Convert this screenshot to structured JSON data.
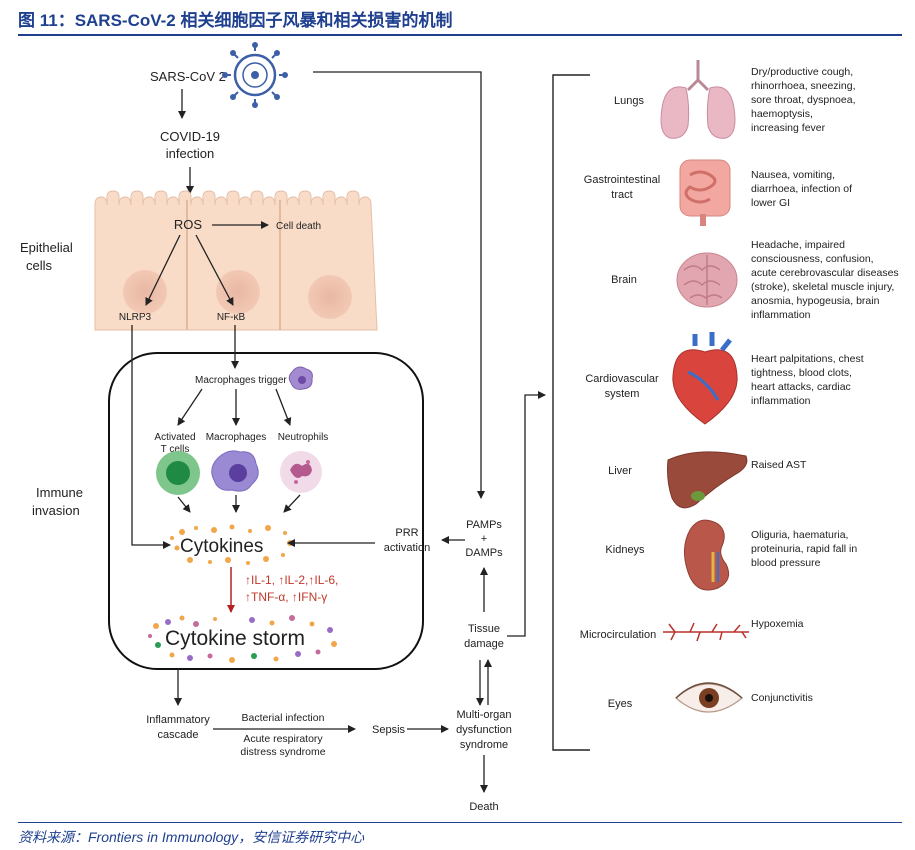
{
  "figure": {
    "title": "图 11：SARS-CoV-2 相关细胞因子风暴和相关损害的机制",
    "source": "资料来源：Frontiers in Immunology，安信证券研究中心"
  },
  "left": {
    "virus": "SARS-CoV 2",
    "infection": [
      "COVID-19",
      "infection"
    ],
    "epithelial": [
      "Epithelial",
      "cells"
    ],
    "ros": "ROS",
    "cell_death": "Cell death",
    "nlrp3": "NLRP3",
    "nfkb": "NF-κB",
    "immune": [
      "Immune",
      "invasion"
    ],
    "macro_trigger": "Macrophages trigger",
    "activated": [
      "Activated",
      "T cells"
    ],
    "macrophages": "Macrophages",
    "neutrophils": "Neutrophils",
    "cytokines": "Cytokines",
    "interleukins": [
      "↑IL-1, ↑IL-2,↑IL-6,",
      "↑TNF-α, ↑IFN-γ"
    ],
    "storm": "Cytokine storm",
    "inflammatory": [
      "Inflammatory",
      "cascade"
    ],
    "bacterial": "Bacterial infection",
    "ards": [
      "Acute respiratory",
      "distress syndrome"
    ],
    "sepsis": "Sepsis",
    "mods": [
      "Multi-organ",
      "dysfunction",
      "syndrome"
    ],
    "death": "Death",
    "prr": [
      "PRR",
      "activation"
    ],
    "pamps": [
      "PAMPs",
      "+",
      "DAMPs"
    ],
    "tissue": [
      "Tissue",
      "damage"
    ]
  },
  "organs": [
    {
      "name": [
        "Lungs"
      ],
      "icon": "lungs-icon",
      "symptoms": [
        "Dry/productive cough,",
        "rhinorrhoea, sneezing,",
        "sore throat, dyspnoea,",
        "haemoptysis,",
        "increasing fever"
      ]
    },
    {
      "name": [
        "Gastrointestinal",
        "tract"
      ],
      "icon": "intestine-icon",
      "symptoms": [
        "Nausea, vomiting,",
        "diarrhoea, infection of",
        "lower GI"
      ]
    },
    {
      "name": [
        "Brain"
      ],
      "icon": "brain-icon",
      "symptoms": [
        "Headache, impaired",
        "consciousness, confusion,",
        "acute cerebrovascular diseases",
        "(stroke), skeletal muscle injury,",
        "anosmia, hypogeusia, brain",
        "inflammation"
      ]
    },
    {
      "name": [
        "Cardiovascular",
        "system"
      ],
      "icon": "heart-icon",
      "symptoms": [
        "Heart palpitations, chest",
        "tightness, blood clots,",
        "heart attacks, cardiac",
        "inflammation"
      ]
    },
    {
      "name": [
        "Liver"
      ],
      "icon": "liver-icon",
      "symptoms": [
        "Raised AST"
      ]
    },
    {
      "name": [
        "Kidneys"
      ],
      "icon": "kidney-icon",
      "symptoms": [
        "Oliguria, haematuria,",
        "proteinuria, rapid fall in",
        "blood pressure"
      ]
    },
    {
      "name": [
        "Microcirculation"
      ],
      "icon": "capillary-icon",
      "symptoms": [
        "Hypoxemia"
      ]
    },
    {
      "name": [
        "Eyes"
      ],
      "icon": "eye-icon",
      "symptoms": [
        "Conjunctivitis"
      ]
    }
  ],
  "colors": {
    "title": "#1f3f8f",
    "epithelium": "#f8dcc8",
    "cytokine_red": "#c0392b",
    "arrow": "#222222"
  }
}
